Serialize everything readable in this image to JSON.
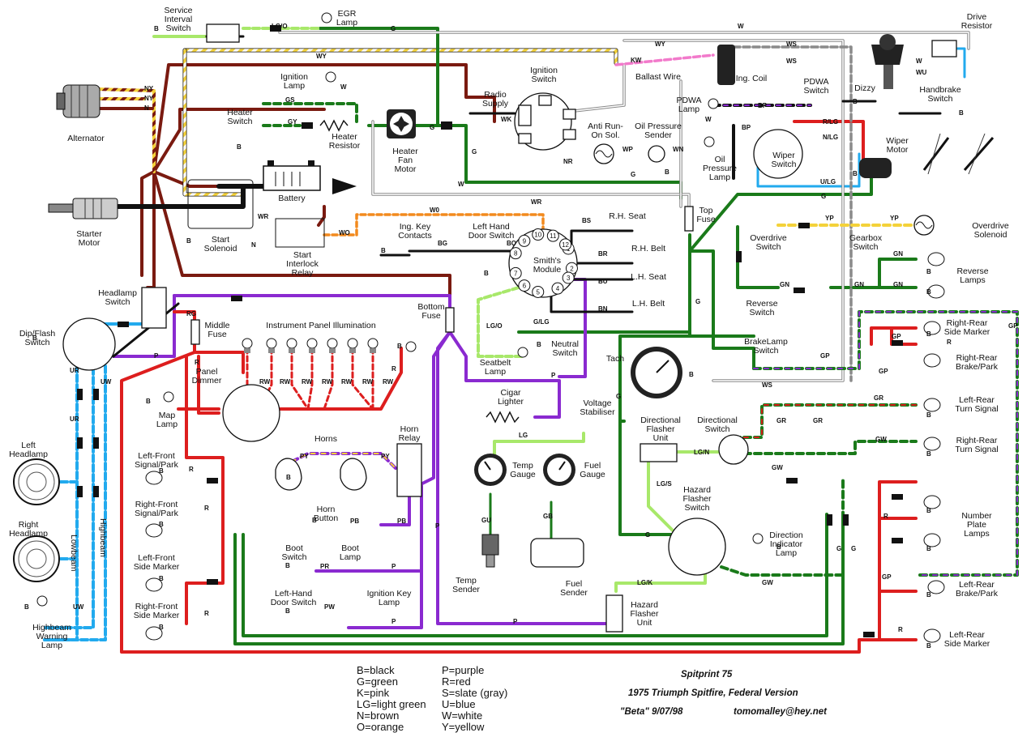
{
  "colors": {
    "black": "#111111",
    "brown": "#7a1a10",
    "red": "#dd1e1e",
    "green": "#1a7a1a",
    "lightgreen": "#a8e86a",
    "purple": "#8a2ad0",
    "blue": "#22aaee",
    "white": "#ffffff",
    "yellow": "#f4d23a",
    "orange": "#f28a1e",
    "pink": "#f27acb",
    "slate": "#8a8a8a"
  },
  "components": {
    "service_interval_switch": "Service\nInterval\nSwitch",
    "egr_lamp": "EGR\nLamp",
    "drive_resistor": "Drive\nResistor",
    "alternator": "Alternator",
    "ignition_lamp": "Ignition\nLamp",
    "heater_switch": "Heater\nSwitch",
    "heater_resistor": "Heater\nResistor",
    "heater_fan_motor": "Heater\nFan\nMotor",
    "ignition_switch": "Ignition\nSwitch",
    "radio_supply": "Radio\nSupply",
    "anti_run_on_sol": "Anti Run-\nOn Sol.",
    "oil_pressure_sender": "Oil Pressure\nSender",
    "ballast_wire": "Ballast Wire",
    "ing_coil": "Ing. Coil",
    "dizzy": "Dizzy",
    "pdwa_switch": "PDWA\nSwitch",
    "pdwa_lamp": "PDWA\nLamp",
    "handbrake_switch": "Handbrake\nSwitch",
    "oil_pressure_lamp": "Oil\nPressure\nLamp",
    "wiper_switch": "Wiper\nSwitch",
    "wiper_motor": "Wiper\nMotor",
    "battery": "Battery",
    "starter_motor": "Starter\nMotor",
    "start_solenoid": "Start\nSolenoid",
    "start_interlock_relay": "Start\nInterlock\nRelay",
    "ing_key_contacts": "Ing. Key\nContacts",
    "left_hand_door_switch_top": "Left Hand\nDoor Switch",
    "rh_seat": "R.H. Seat",
    "rh_belt": "R.H. Belt",
    "lh_seat": "L.H. Seat",
    "lh_belt": "L.H. Belt",
    "smiths_module": "Smith's\nModule",
    "top_fuse": "Top\nFuse",
    "overdrive_switch": "Overdrive\nSwitch",
    "gearbox_switch": "Gearbox\nSwitch",
    "overdrive_solenoid": "Overdrive\nSolenoid",
    "reverse_switch": "Reverse\nSwitch",
    "reverse_lamps": "Reverse\nLamps",
    "headlamp_switch": "Headlamp\nSwitch",
    "dip_flash_switch": "Dip/Flash\nSwitch",
    "middle_fuse": "Middle\nFuse",
    "instrument_panel_illumination": "Instrument Panel Illumination",
    "bottom_fuse": "Bottom\nFuse",
    "neutral_switch": "Neutral\nSwitch",
    "brakelamp_switch": "BrakeLamp\nSwitch",
    "right_rear_side_marker_top": "Right-Rear\nSide Marker",
    "right_rear_brake_park": "Right-Rear\nBrake/Park",
    "panel_dimmer": "Panel\nDimmer",
    "seatbelt_lamp": "Seatbelt\nLamp",
    "tach": "Tach",
    "left_rear_turn_signal": "Left-Rear\nTurn Signal",
    "right_rear_turn_signal": "Right-Rear\nTurn Signal",
    "cigar_lighter": "Cigar\nLighter",
    "voltage_stabiliser": "Voltage\nStabiliser",
    "map_lamp": "Map\nLamp",
    "directional_flasher_unit": "Directional\nFlasher\nUnit",
    "directional_switch": "Directional\nSwitch",
    "left_headlamp": "Left\nHeadlamp",
    "left_front_signal_park": "Left-Front\nSignal/Park",
    "horns": "Horns",
    "horn_relay": "Horn\nRelay",
    "temp_gauge": "Temp\nGauge",
    "fuel_gauge": "Fuel\nGauge",
    "right_front_signal_park": "Right-Front\nSignal/Park",
    "hazard_flasher_switch": "Hazard\nFlasher\nSwitch",
    "number_plate_lamps": "Number\nPlate\nLamps",
    "right_headlamp": "Right\nHeadlamp",
    "horn_button": "Horn\nButton",
    "direction_indicator_lamp": "Direction\nIndicator\nLamp",
    "left_front_side_marker": "Left-Front\nSide Marker",
    "boot_switch": "Boot\nSwitch",
    "boot_lamp": "Boot\nLamp",
    "temp_sender": "Temp\nSender",
    "fuel_sender": "Fuel\nSender",
    "left_rear_brake_park": "Left-Rear\nBrake/Park",
    "right_front_side_marker": "Right-Front\nSide Marker",
    "left_hand_door_switch_bottom": "Left-Hand\nDoor Switch",
    "ignition_key_lamp": "Ignition Key\nLamp",
    "hazard_flasher_unit": "Hazard\nFlasher\nUnit",
    "highbeam_warning_lamp": "Highbeam\nWarning\nLamp",
    "left_rear_side_marker_bottom": "Left-Rear\nSide Marker",
    "lowbeam": "Lowbeam",
    "highbeam": "Highbeam"
  },
  "wire_codes": [
    "LG/O",
    "G",
    "W",
    "WY",
    "NY",
    "N",
    "NY",
    "GS",
    "GY",
    "WK",
    "KW",
    "WS",
    "WU",
    "BP",
    "B",
    "R/LG",
    "N/LG",
    "U/LG",
    "WR",
    "WO",
    "BG",
    "BO",
    "BS",
    "BR",
    "BU",
    "BN",
    "YP",
    "GN",
    "GP",
    "RG",
    "P",
    "RW",
    "R",
    "LG/O",
    "G/LG",
    "UR",
    "UW",
    "PY",
    "PB",
    "LG",
    "GU",
    "GB",
    "LG/N",
    "LG/S",
    "GR",
    "GW",
    "PR",
    "PW",
    "LG/K",
    "WP",
    "WN",
    "NR",
    "W0"
  ],
  "module_pins": [
    "1",
    "2",
    "3",
    "4",
    "5",
    "6",
    "7",
    "8",
    "9",
    "10",
    "11",
    "12"
  ],
  "legend": [
    "B=black",
    "G=green",
    "K=pink",
    "LG=light green",
    "N=brown",
    "O=orange",
    "P=purple",
    "R=red",
    "S=slate (gray)",
    "U=blue",
    "W=white",
    "Y=yellow"
  ],
  "title": {
    "line1": "Spitprint 75",
    "line2": "1975 Triumph Spitfire, Federal Version",
    "line3_left": "\"Beta\"   9/07/98",
    "line3_right": "tomomalley@hey.net"
  }
}
